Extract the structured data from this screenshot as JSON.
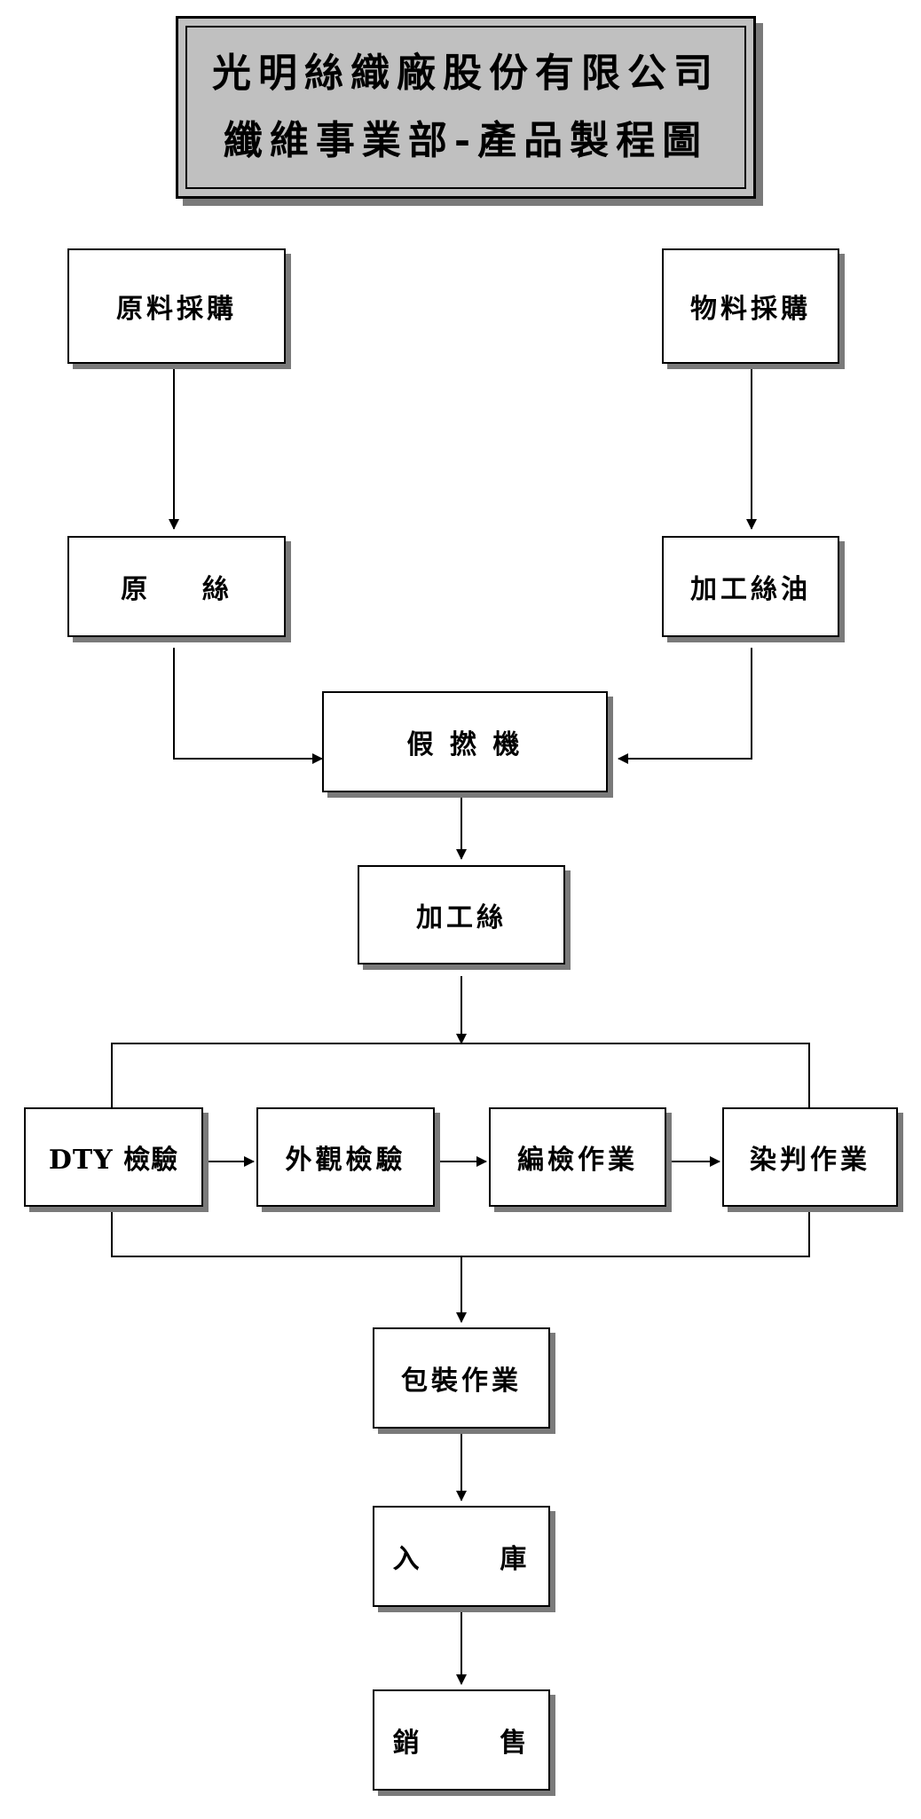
{
  "title": {
    "line1": "光明絲織廠股份有限公司",
    "line2": "纖維事業部-產品製程圖"
  },
  "nodes": {
    "raw_material_purchase": "原料採購",
    "material_purchase": "物料採購",
    "raw_yarn": "原    絲",
    "processing_oil": "加工絲油",
    "false_twist_machine": "假 撚 機",
    "textured_yarn": "加工絲",
    "dty_inspection": "DTY 檢驗",
    "appearance_inspection": "外觀檢驗",
    "knit_inspection": "編檢作業",
    "dye_judgement": "染判作業",
    "packaging": "包裝作業",
    "warehousing": "入      庫",
    "sales": "銷      售"
  }
}
